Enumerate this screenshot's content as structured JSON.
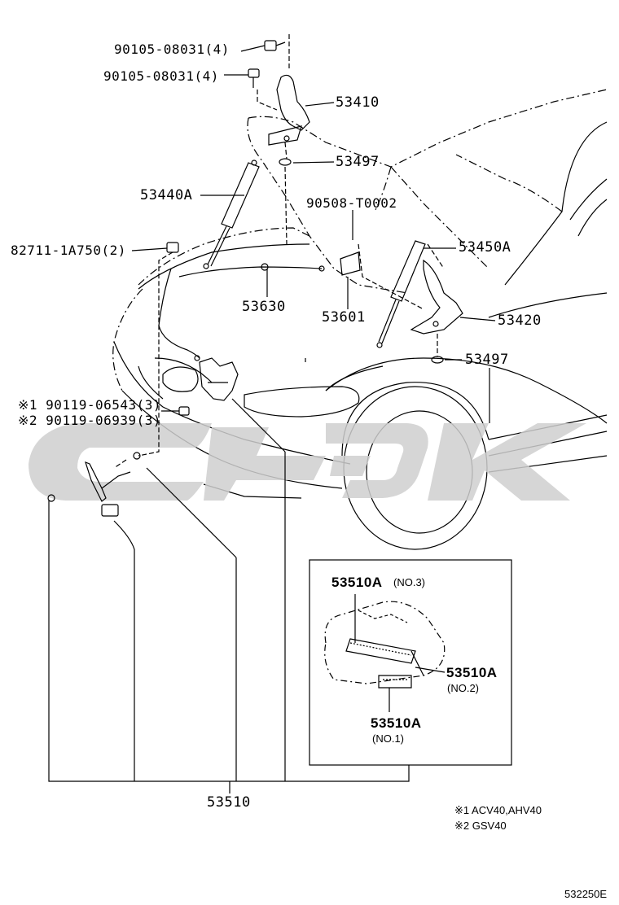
{
  "parts": {
    "bolt_a": "90105-08031(4)",
    "bolt_b": "90105-08031(4)",
    "hinge_lh": "53410",
    "cushion_a": "53497",
    "stay_lh": "53440A",
    "bolt_c": "90508-T0002",
    "clamp": "82711-1A750(2)",
    "stay_rh": "53450A",
    "cable": "53630",
    "lock_support": "53601",
    "hinge_rh": "53420",
    "cushion_b": "53497",
    "bolt_d": "※1 90119-06543(3)",
    "bolt_e": "※2 90119-06939(3)",
    "lock_assy": "53510"
  },
  "inset": {
    "label_no3": "53510A",
    "sub_no3": "(NO.3)",
    "label_no2": "53510A",
    "sub_no2": "(NO.2)",
    "label_no1": "53510A",
    "sub_no1": "(NO.1)"
  },
  "notes": {
    "note1": "※1 ACV40,AHV40",
    "note2": "※2 GSV40"
  },
  "diagram_id": "532250E",
  "watermark": "watermark-logo-gray"
}
